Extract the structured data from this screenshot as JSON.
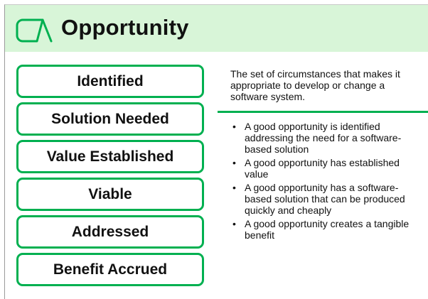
{
  "header": {
    "title": "Opportunity",
    "accent_color": "#00b050",
    "background_color": "#d8f5d8"
  },
  "states": [
    {
      "label": "Identified"
    },
    {
      "label": "Solution Needed"
    },
    {
      "label": "Value Established"
    },
    {
      "label": "Viable"
    },
    {
      "label": "Addressed"
    },
    {
      "label": "Benefit Accrued"
    }
  ],
  "definition": "The set of circumstances that makes it appropriate to develop or change a software system.",
  "checklist": [
    "A good opportunity is identified addressing the need for a software-based solution",
    "A good opportunity has established value",
    "A good opportunity has a software-based solution that can be produced quickly and cheaply",
    "A good opportunity creates a tangible benefit"
  ]
}
